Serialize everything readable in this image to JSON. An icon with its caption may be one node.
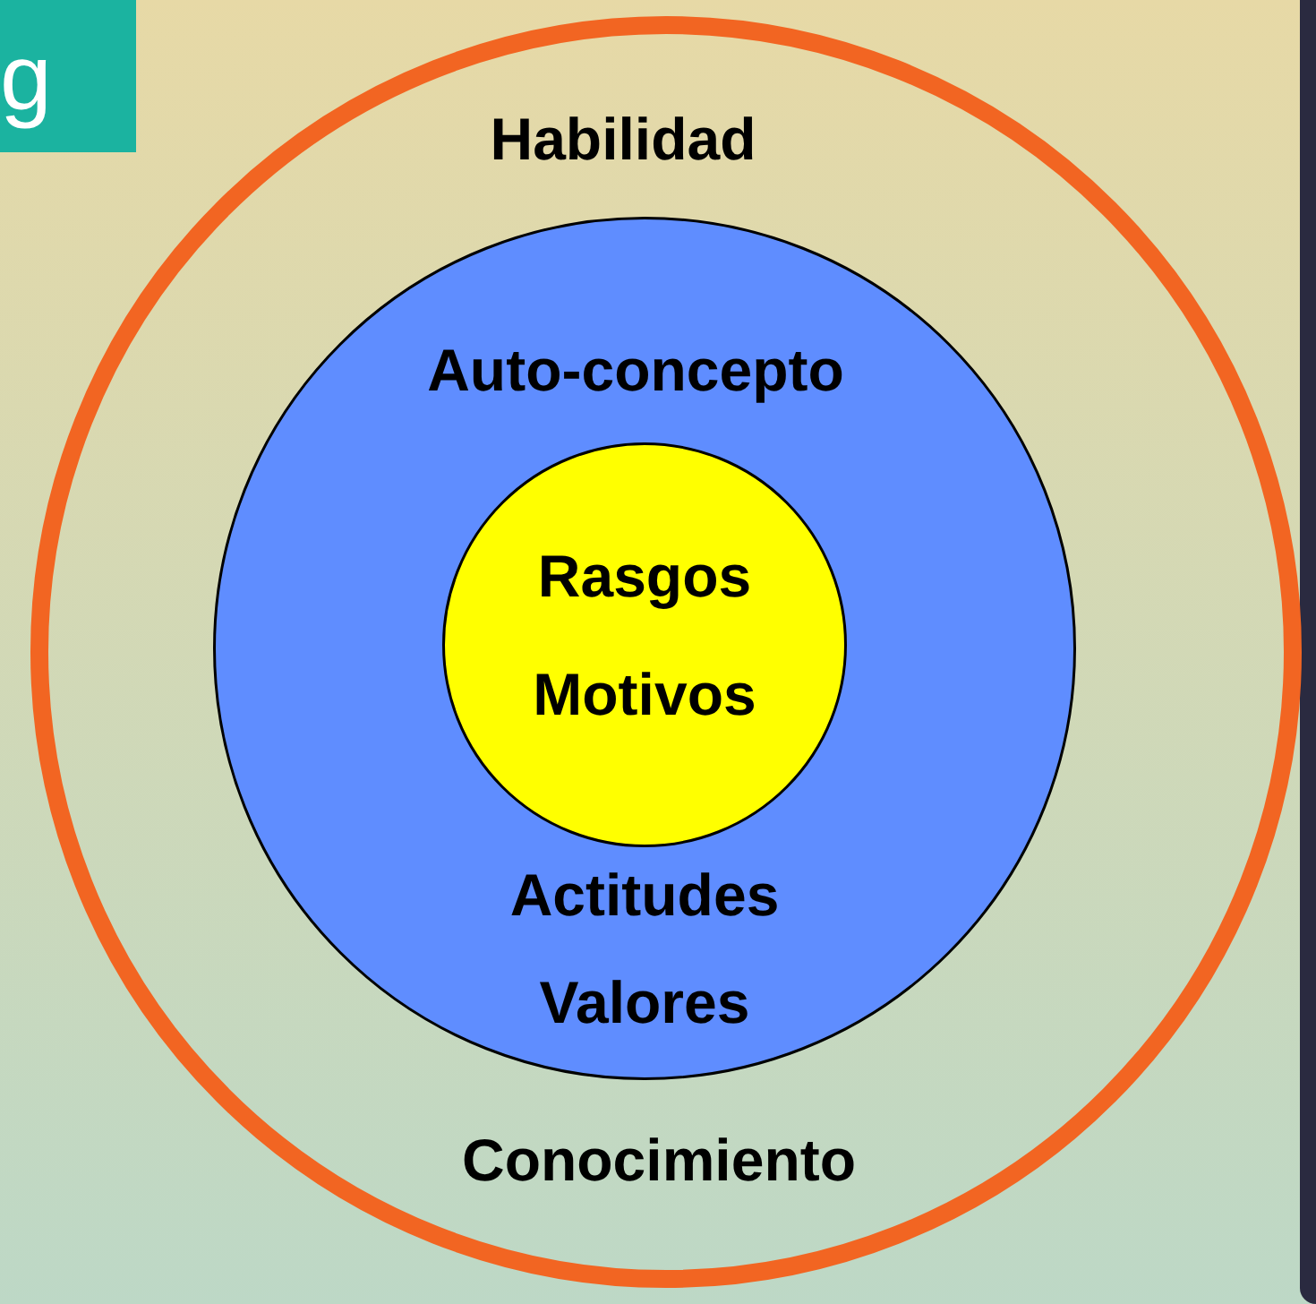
{
  "diagram": {
    "nodes": [
      {
        "text": [
          "Habilidad",
          "Conocimiento"
        ]
      },
      {
        "text": [
          "Auto-concepto",
          "Actitudes",
          "Valores"
        ],
        "in": 0
      },
      {
        "text": [
          "Rasgos",
          "Motivos"
        ],
        "in": 1
      }
    ],
    "labels": [
      "g"
    ]
  }
}
